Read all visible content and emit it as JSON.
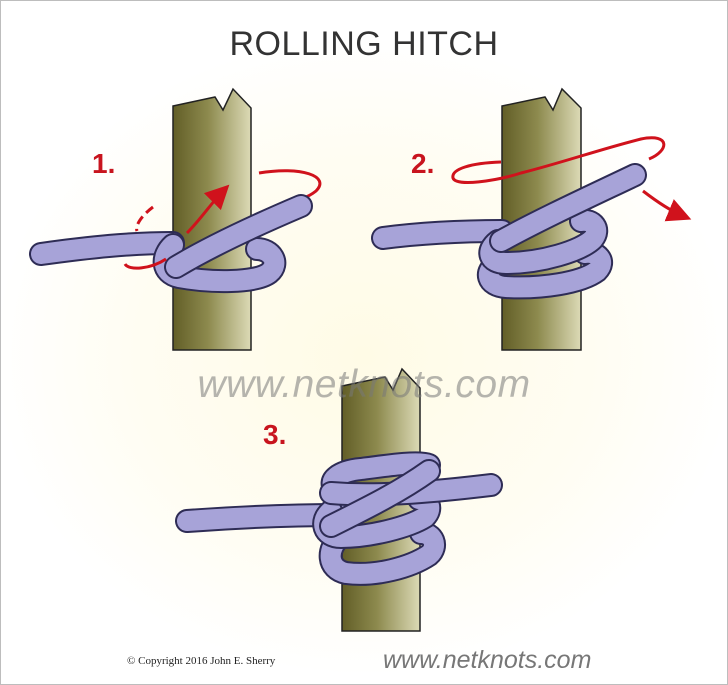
{
  "title": "ROLLING HITCH",
  "steps": [
    "1.",
    "2.",
    "3."
  ],
  "watermark": "www.netknots.com",
  "copyright": "© Copyright  2016  John E. Sherry",
  "footer_url": "www.netknots.com",
  "colors": {
    "post_dark": "#6e6a2e",
    "post_light": "#d5d3ad",
    "rope": "#a7a3d8",
    "rope_outline": "#2e2c55",
    "arrow": "#d0121c",
    "step_number": "#c8141e"
  }
}
